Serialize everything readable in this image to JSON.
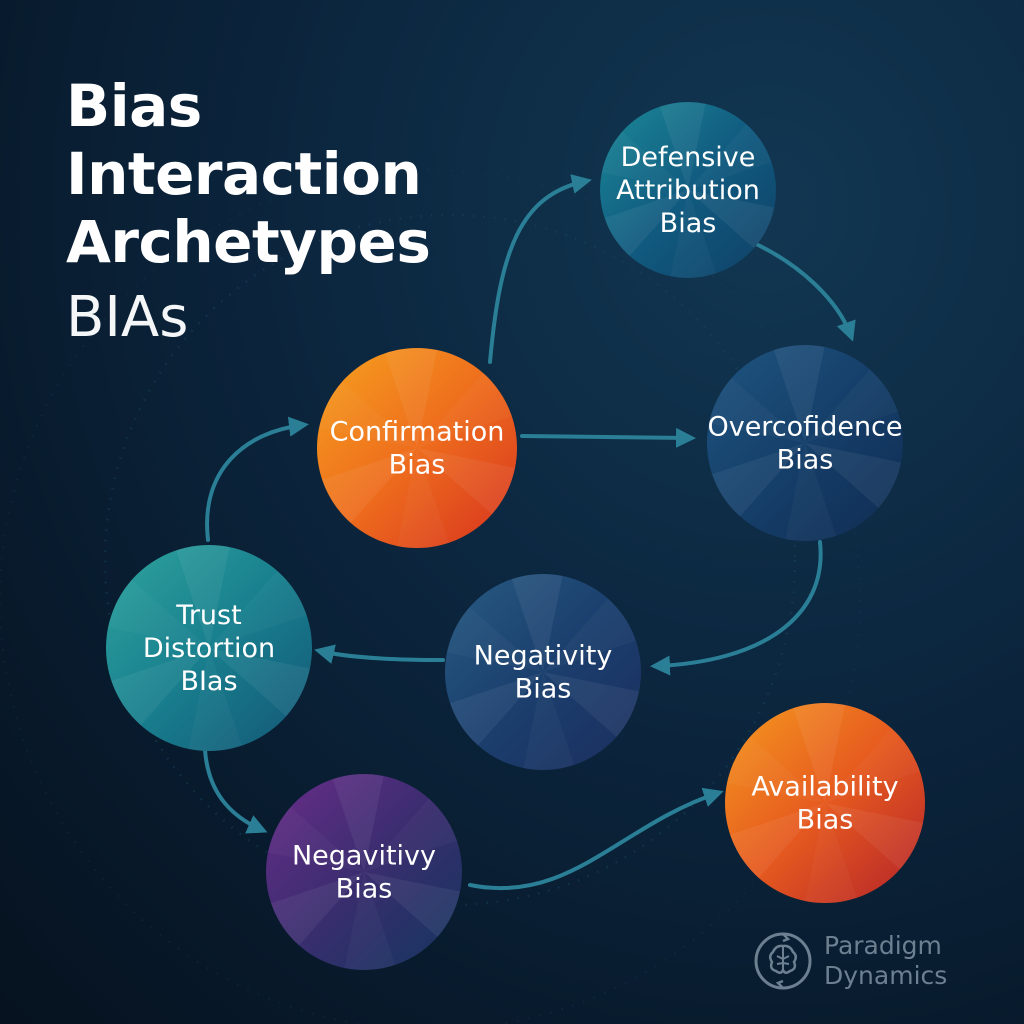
{
  "title": {
    "lines": [
      "Bias",
      "Interaction",
      "Archetypes"
    ],
    "subtitle": "BIAs"
  },
  "nodes": [
    {
      "id": "defensive-attribution",
      "lines": [
        "Defensive",
        "Attribution",
        "Bias"
      ],
      "palette": "teal-blue"
    },
    {
      "id": "confirmation",
      "lines": [
        "Confirmation",
        "Bias"
      ],
      "palette": "orange"
    },
    {
      "id": "overconfidence",
      "lines": [
        "Overcofidence",
        "Bias"
      ],
      "palette": "navy"
    },
    {
      "id": "trust-distortion",
      "lines": [
        "Trust",
        "Distortion",
        "BIas"
      ],
      "palette": "teal"
    },
    {
      "id": "negativity",
      "lines": [
        "Negativity",
        "Bias"
      ],
      "palette": "navy-indigo"
    },
    {
      "id": "negavitivy",
      "lines": [
        "Negavitivy",
        "Bias"
      ],
      "palette": "purple-navy"
    },
    {
      "id": "availability",
      "lines": [
        "Availability",
        "Bias"
      ],
      "palette": "orange-red"
    }
  ],
  "edges": [
    {
      "from": "trust-distortion",
      "to": "confirmation"
    },
    {
      "from": "confirmation",
      "to": "defensive-attribution"
    },
    {
      "from": "defensive-attribution",
      "to": "overconfidence"
    },
    {
      "from": "confirmation",
      "to": "overconfidence"
    },
    {
      "from": "overconfidence",
      "to": "negativity"
    },
    {
      "from": "negativity",
      "to": "trust-distortion"
    },
    {
      "from": "trust-distortion",
      "to": "negavitivy"
    },
    {
      "from": "negavitivy",
      "to": "availability"
    }
  ],
  "palettes": {
    "teal-blue": [
      "#1b8a98",
      "#115b80",
      "#0f3f66"
    ],
    "orange": [
      "#f6a21e",
      "#ee6d1d",
      "#d7321f"
    ],
    "navy": [
      "#1e5580",
      "#153f6a",
      "#102c52"
    ],
    "teal": [
      "#2fa49e",
      "#187f8e",
      "#145676"
    ],
    "navy-indigo": [
      "#275b82",
      "#1b3f6e",
      "#1b2e5e"
    ],
    "purple-navy": [
      "#6a2d8a",
      "#3a2d6f",
      "#13365e"
    ],
    "orange-red": [
      "#f59a1f",
      "#e65a1f",
      "#b3222a"
    ]
  },
  "arrow_color": "#2a7f96",
  "brand": {
    "lines": [
      "Paradigm",
      "Dynamics"
    ],
    "icon": "brain-cycle-icon"
  }
}
